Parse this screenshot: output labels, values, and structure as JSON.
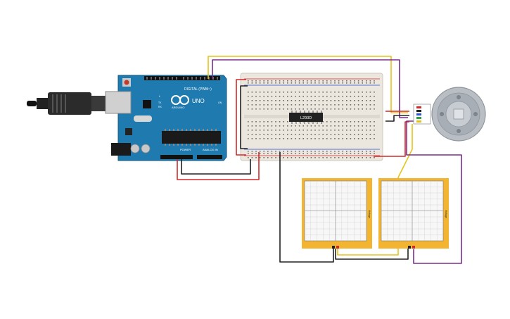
{
  "arduino": {
    "brand": "ARDUINO",
    "model": "UNO",
    "digital_header": "DIGITAL (PWM~)",
    "power_header": "POWER",
    "analog_header": "ANALOG IN",
    "tx_label": "TX",
    "rx_label": "RX",
    "l_label": "L",
    "on_label": "ON"
  },
  "chip": {
    "label": "L293D"
  },
  "plotters": [
    {
      "axis_label": "Voltage"
    },
    {
      "axis_label": "Voltage"
    }
  ],
  "colors": {
    "arduino_board": "#1a6f9c",
    "breadboard": "#e8e4dc",
    "plotter_frame": "#f2b431",
    "plotter_grid": "#cfcfcf",
    "wire_yellow": "#e6c31a",
    "wire_purple": "#7a2e8c",
    "wire_red": "#d12a2a",
    "wire_black": "#222222",
    "motor_body": "#b9bec4"
  }
}
